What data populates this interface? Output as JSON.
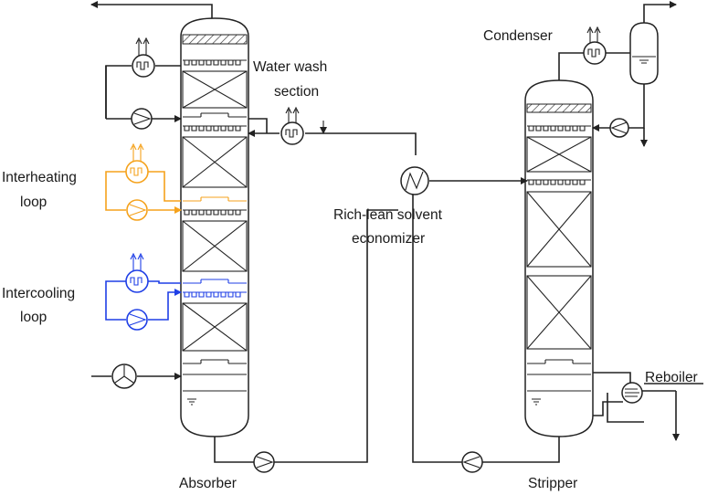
{
  "labels": {
    "water_wash_1": "Water wash",
    "water_wash_2": "section",
    "condenser": "Condenser",
    "interheating_1": "Interheating",
    "interheating_2": "loop",
    "economizer_1": "Rich-lean solvent",
    "economizer_2": "economizer",
    "intercooling_1": "Intercooling",
    "intercooling_2": "loop",
    "reboiler": "Reboiler",
    "absorber": "Absorber",
    "stripper": "Stripper"
  },
  "colors": {
    "line": "#222222",
    "interheating": "#f5a21c",
    "intercooling": "#1f3fe6"
  },
  "icons": {
    "pump": "pump-icon",
    "heat_exchanger": "heat-exchanger-icon",
    "blower": "blower-icon",
    "economizer": "economizer-icon",
    "reboiler": "reboiler-icon"
  }
}
